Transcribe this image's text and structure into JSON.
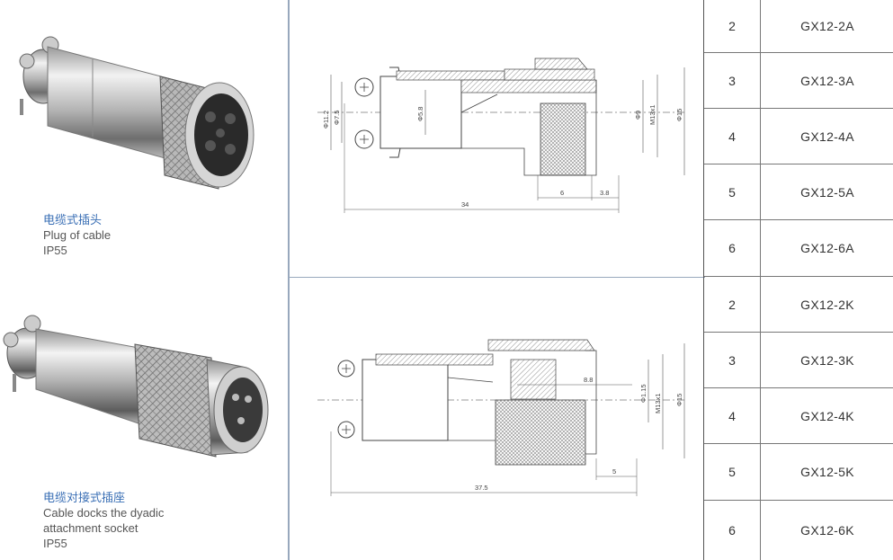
{
  "products": [
    {
      "cn": "电缆式插头",
      "en_lines": [
        "Plug of cable"
      ],
      "rating": "IP55"
    },
    {
      "cn": "电缆对接式插座",
      "en_lines": [
        "Cable docks the dyadic",
        "attachment socket"
      ],
      "rating": "IP55"
    }
  ],
  "drawings": {
    "plug": {
      "dims": {
        "d1": "Φ11.2",
        "d2": "Φ7.5",
        "d3": "Φ5.8",
        "d4": "Φ9",
        "d5": "M13x1",
        "d6": "Φ15",
        "len_total": "34",
        "len_a": "6",
        "len_b": "3.8"
      }
    },
    "socket": {
      "dims": {
        "d1": "Φ1.15",
        "d2": "M13x1",
        "d3": "Φ15",
        "len_inner": "8.8",
        "len_a": "5",
        "len_total": "37.5"
      }
    }
  },
  "table": {
    "rows": [
      {
        "pins": "2",
        "model": "GX12-2A"
      },
      {
        "pins": "3",
        "model": "GX12-3A"
      },
      {
        "pins": "4",
        "model": "GX12-4A"
      },
      {
        "pins": "5",
        "model": "GX12-5A"
      },
      {
        "pins": "6",
        "model": "GX12-6A"
      },
      {
        "pins": "2",
        "model": "GX12-2K"
      },
      {
        "pins": "3",
        "model": "GX12-3K"
      },
      {
        "pins": "4",
        "model": "GX12-4K"
      },
      {
        "pins": "5",
        "model": "GX12-5K"
      },
      {
        "pins": "6",
        "model": "GX12-6K"
      }
    ]
  }
}
